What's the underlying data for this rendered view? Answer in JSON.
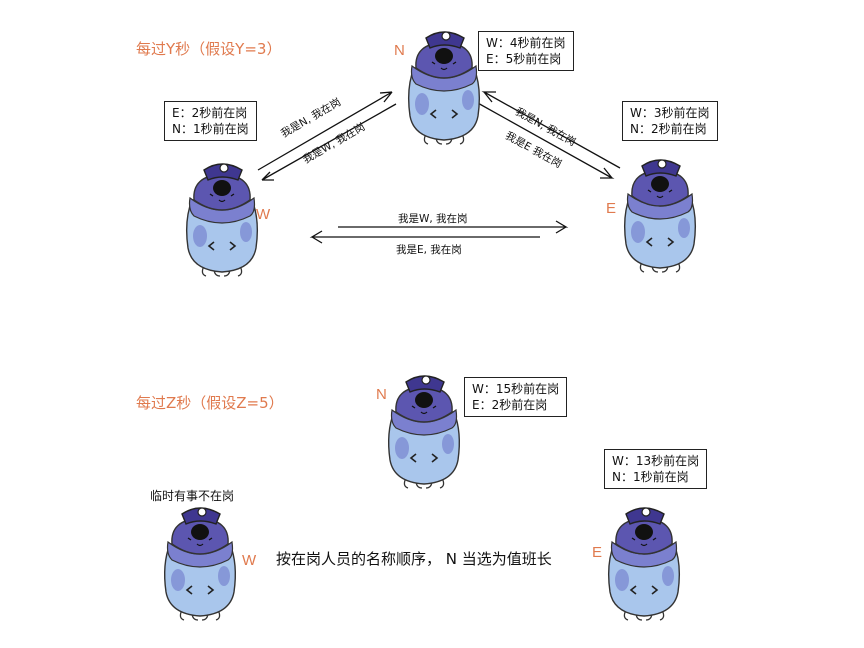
{
  "section1": {
    "title": "每过Y秒（假设Y=3）",
    "nodes": {
      "N": {
        "label": "N",
        "lines": [
          "W：4秒前在岗",
          "E：5秒前在岗"
        ]
      },
      "W": {
        "label": "W",
        "lines": [
          "E：2秒前在岗",
          "N：1秒前在岗"
        ]
      },
      "E": {
        "label": "E",
        "lines": [
          "W：3秒前在岗",
          "N：2秒前在岗"
        ]
      }
    },
    "messages": {
      "w_to_n": "我是W, 我在岗",
      "n_to_w": "我是N, 我在岗",
      "n_to_e": "我是N, 我在岗",
      "e_to_n": "我是E  我在岗",
      "w_to_e": "我是W, 我在岗",
      "e_to_w": "我是E, 我在岗"
    }
  },
  "section2": {
    "title": "每过Z秒（假设Z=5）",
    "nodes": {
      "N": {
        "label": "N",
        "lines": [
          "W：15秒前在岗",
          "E：2秒前在岗"
        ]
      },
      "W": {
        "label": "W",
        "note": "临时有事不在岗"
      },
      "E": {
        "label": "E",
        "lines": [
          "W：13秒前在岗",
          "N：1秒前在岗"
        ]
      }
    },
    "caption": "按在岗人员的名称顺序， N 当选为值班长"
  },
  "colors": {
    "accent": "#e07a4e",
    "hat": "#4a3f9a",
    "body": "#a9c6ec",
    "outline": "#222222"
  }
}
